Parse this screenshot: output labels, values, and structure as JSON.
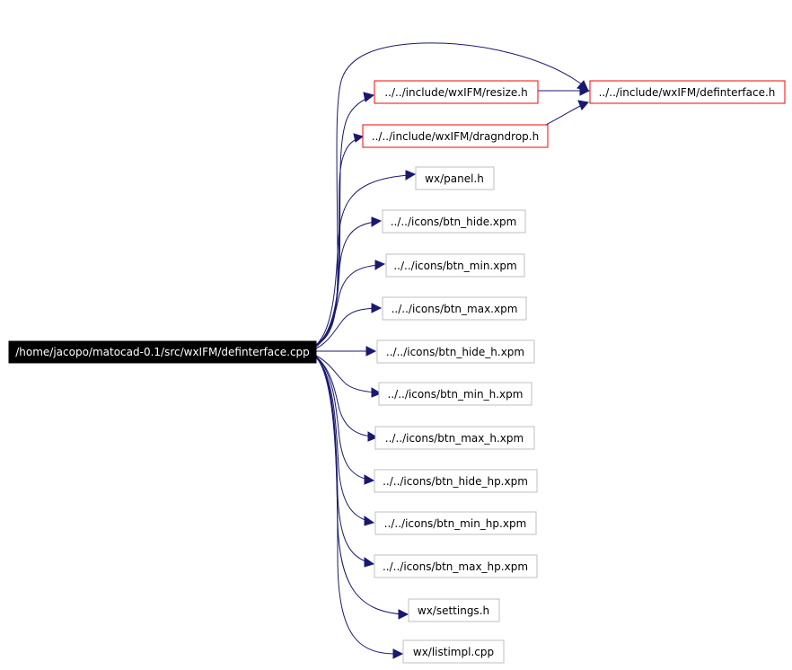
{
  "graph": {
    "colors": {
      "edge": "#191970",
      "root_fill": "#000000",
      "root_text": "#ffffff",
      "node_border": "#bfbfbf",
      "documented_border": "#ff0000",
      "node_text": "#000000"
    },
    "root": {
      "id": "root",
      "label": "/home/jacopo/matocad-0.1/src/wxIFM/definterface.cpp"
    },
    "nodes": [
      {
        "id": "resize",
        "label": "../../include/wxIFM/resize.h",
        "documented": true
      },
      {
        "id": "dragndrop",
        "label": "../../include/wxIFM/dragndrop.h",
        "documented": true
      },
      {
        "id": "definterface_h",
        "label": "../../include/wxIFM/definterface.h",
        "documented": true
      },
      {
        "id": "panel",
        "label": "wx/panel.h",
        "documented": false
      },
      {
        "id": "btn_hide",
        "label": "../../icons/btn_hide.xpm",
        "documented": false
      },
      {
        "id": "btn_min",
        "label": "../../icons/btn_min.xpm",
        "documented": false
      },
      {
        "id": "btn_max",
        "label": "../../icons/btn_max.xpm",
        "documented": false
      },
      {
        "id": "btn_hide_h",
        "label": "../../icons/btn_hide_h.xpm",
        "documented": false
      },
      {
        "id": "btn_min_h",
        "label": "../../icons/btn_min_h.xpm",
        "documented": false
      },
      {
        "id": "btn_max_h",
        "label": "../../icons/btn_max_h.xpm",
        "documented": false
      },
      {
        "id": "btn_hide_hp",
        "label": "../../icons/btn_hide_hp.xpm",
        "documented": false
      },
      {
        "id": "btn_min_hp",
        "label": "../../icons/btn_min_hp.xpm",
        "documented": false
      },
      {
        "id": "btn_max_hp",
        "label": "../../icons/btn_max_hp.xpm",
        "documented": false
      },
      {
        "id": "settings",
        "label": "wx/settings.h",
        "documented": false
      },
      {
        "id": "listimpl",
        "label": "wx/listimpl.cpp",
        "documented": false
      }
    ],
    "edges": [
      {
        "from": "root",
        "to": "resize"
      },
      {
        "from": "root",
        "to": "dragndrop"
      },
      {
        "from": "root",
        "to": "definterface_h"
      },
      {
        "from": "root",
        "to": "panel"
      },
      {
        "from": "root",
        "to": "btn_hide"
      },
      {
        "from": "root",
        "to": "btn_min"
      },
      {
        "from": "root",
        "to": "btn_max"
      },
      {
        "from": "root",
        "to": "btn_hide_h"
      },
      {
        "from": "root",
        "to": "btn_min_h"
      },
      {
        "from": "root",
        "to": "btn_max_h"
      },
      {
        "from": "root",
        "to": "btn_hide_hp"
      },
      {
        "from": "root",
        "to": "btn_min_hp"
      },
      {
        "from": "root",
        "to": "btn_max_hp"
      },
      {
        "from": "root",
        "to": "settings"
      },
      {
        "from": "root",
        "to": "listimpl"
      },
      {
        "from": "resize",
        "to": "definterface_h"
      },
      {
        "from": "dragndrop",
        "to": "definterface_h"
      }
    ]
  }
}
